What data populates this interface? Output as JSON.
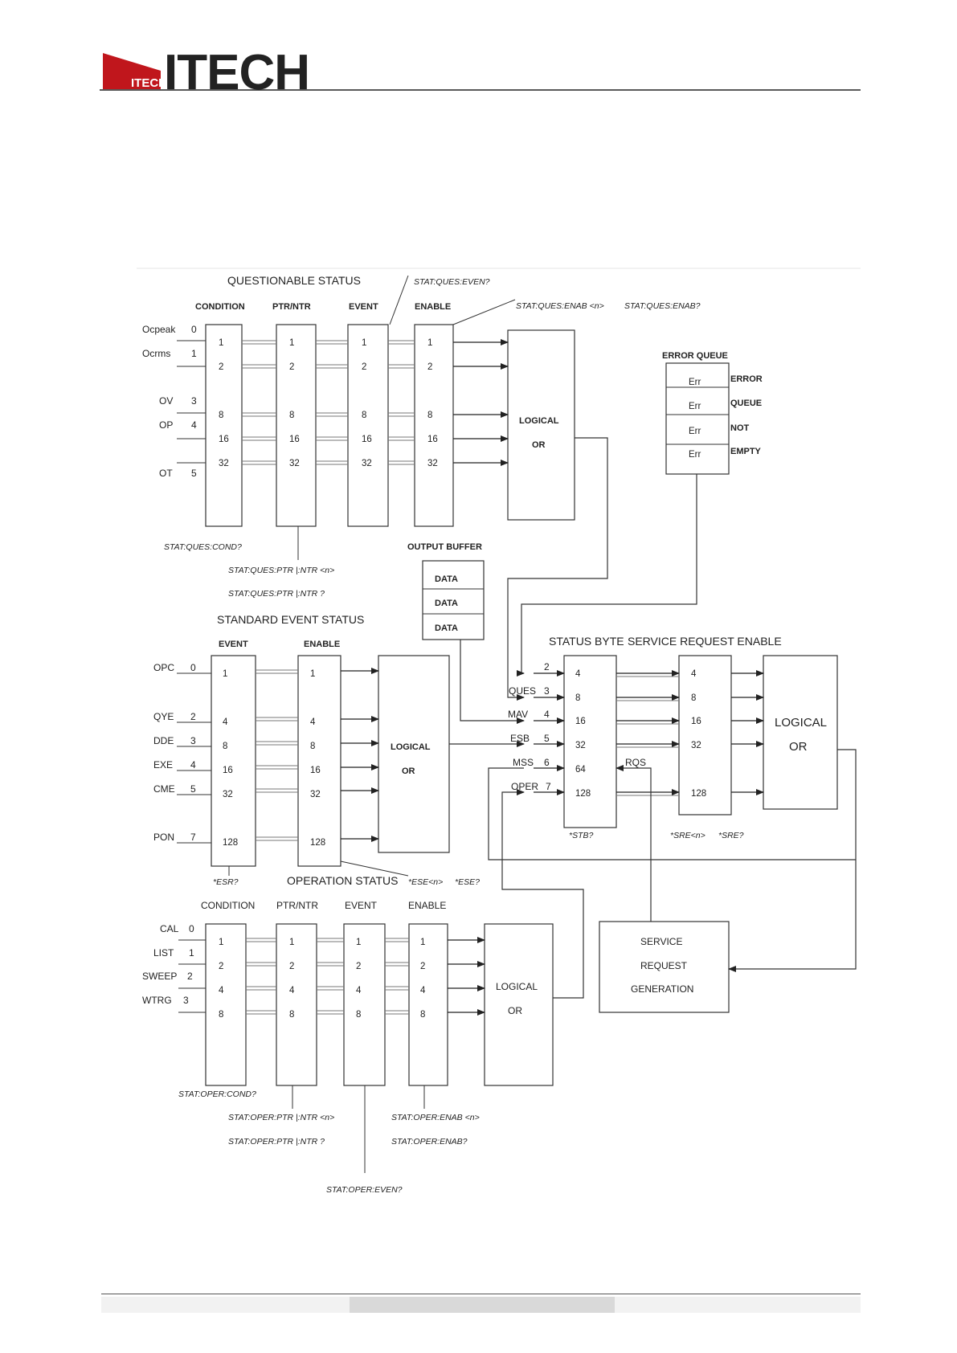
{
  "header": {
    "logo_small": "ITECH",
    "logo_word": "ITECH"
  },
  "questionable": {
    "title": "QUESTIONABLE STATUS",
    "headers": [
      "CONDITION",
      "PTR/NTR",
      "EVENT",
      "ENABLE"
    ],
    "inputs": [
      {
        "name": "Ocpeak",
        "bit": "0"
      },
      {
        "name": "Ocrms",
        "bit": "1"
      },
      {
        "name": "OV",
        "bit": "3"
      },
      {
        "name": "OP",
        "bit": "4"
      },
      {
        "name": "OT",
        "bit": "5"
      }
    ],
    "weights": [
      "1",
      "2",
      "8",
      "16",
      "32"
    ],
    "cmd_even": "STAT:QUES:EVEN?",
    "cmd_enab": "STAT:QUES:ENAB <n>",
    "cmd_enab_q": "STAT:QUES:ENAB?",
    "cmd_cond": "STAT:QUES:COND?",
    "cmd_ptr": "STAT:QUES:PTR |:NTR <n>",
    "cmd_ptr_q": "STAT:QUES:PTR |:NTR ?",
    "or_line1": "LOGICAL",
    "or_line2": "OR"
  },
  "error_queue": {
    "title": "ERROR QUEUE",
    "cells": [
      "Err",
      "Err",
      "Err",
      "Err"
    ],
    "side": [
      "ERROR",
      "QUEUE",
      "NOT",
      "EMPTY"
    ]
  },
  "output_buffer": {
    "title": "OUTPUT BUFFER",
    "cells": [
      "DATA",
      "DATA",
      "DATA"
    ]
  },
  "standard_event": {
    "title": "STANDARD EVENT STATUS",
    "headers": [
      "EVENT",
      "ENABLE"
    ],
    "inputs": [
      {
        "name": "OPC",
        "bit": "0"
      },
      {
        "name": "QYE",
        "bit": "2"
      },
      {
        "name": "DDE",
        "bit": "3"
      },
      {
        "name": "EXE",
        "bit": "4"
      },
      {
        "name": "CME",
        "bit": "5"
      },
      {
        "name": "PON",
        "bit": "7"
      }
    ],
    "weights": [
      "1",
      "4",
      "8",
      "16",
      "32",
      "128"
    ],
    "cmd_esr": "*ESR?",
    "cmd_ese": "*ESE<n>",
    "cmd_ese_q": "*ESE?",
    "or_line1": "LOGICAL",
    "or_line2": "OR"
  },
  "status_byte": {
    "title": "STATUS BYTE",
    "sre_title": "SERVICE REQUEST ENABLE",
    "inputs": [
      {
        "name": "",
        "bit": "2"
      },
      {
        "name": "QUES",
        "bit": "3"
      },
      {
        "name": "MAV",
        "bit": "4"
      },
      {
        "name": "ESB",
        "bit": "5"
      },
      {
        "name": "MSS",
        "bit": "6"
      },
      {
        "name": "OPER",
        "bit": "7"
      }
    ],
    "weights": [
      "4",
      "8",
      "16",
      "32",
      "64",
      "128"
    ],
    "sre_weights": [
      "4",
      "8",
      "16",
      "32",
      "128"
    ],
    "rqs": "RQS",
    "cmd_stb": "*STB?",
    "cmd_sre": "*SRE<n>",
    "cmd_sre_q": "*SRE?",
    "or_line1": "LOGICAL",
    "or_line2": "OR"
  },
  "service_request": {
    "lines": [
      "SERVICE",
      "REQUEST",
      "GENERATION"
    ]
  },
  "operation": {
    "title": "OPERATION STATUS",
    "headers": [
      "CONDITION",
      "PTR/NTR",
      "EVENT",
      "ENABLE"
    ],
    "inputs": [
      {
        "name": "CAL",
        "bit": "0"
      },
      {
        "name": "LIST",
        "bit": "1"
      },
      {
        "name": "SWEEP",
        "bit": "2"
      },
      {
        "name": "WTRG",
        "bit": "3"
      }
    ],
    "weights": [
      "1",
      "2",
      "4",
      "8"
    ],
    "cmd_cond": "STAT:OPER:COND?",
    "cmd_ptr": "STAT:OPER:PTR |:NTR <n>",
    "cmd_ptr_q": "STAT:OPER:PTR |:NTR ?",
    "cmd_enab": "STAT:OPER:ENAB <n>",
    "cmd_enab_q": "STAT:OPER:ENAB?",
    "cmd_even": "STAT:OPER:EVEN?",
    "or_line1": "LOGICAL",
    "or_line2": "OR"
  }
}
